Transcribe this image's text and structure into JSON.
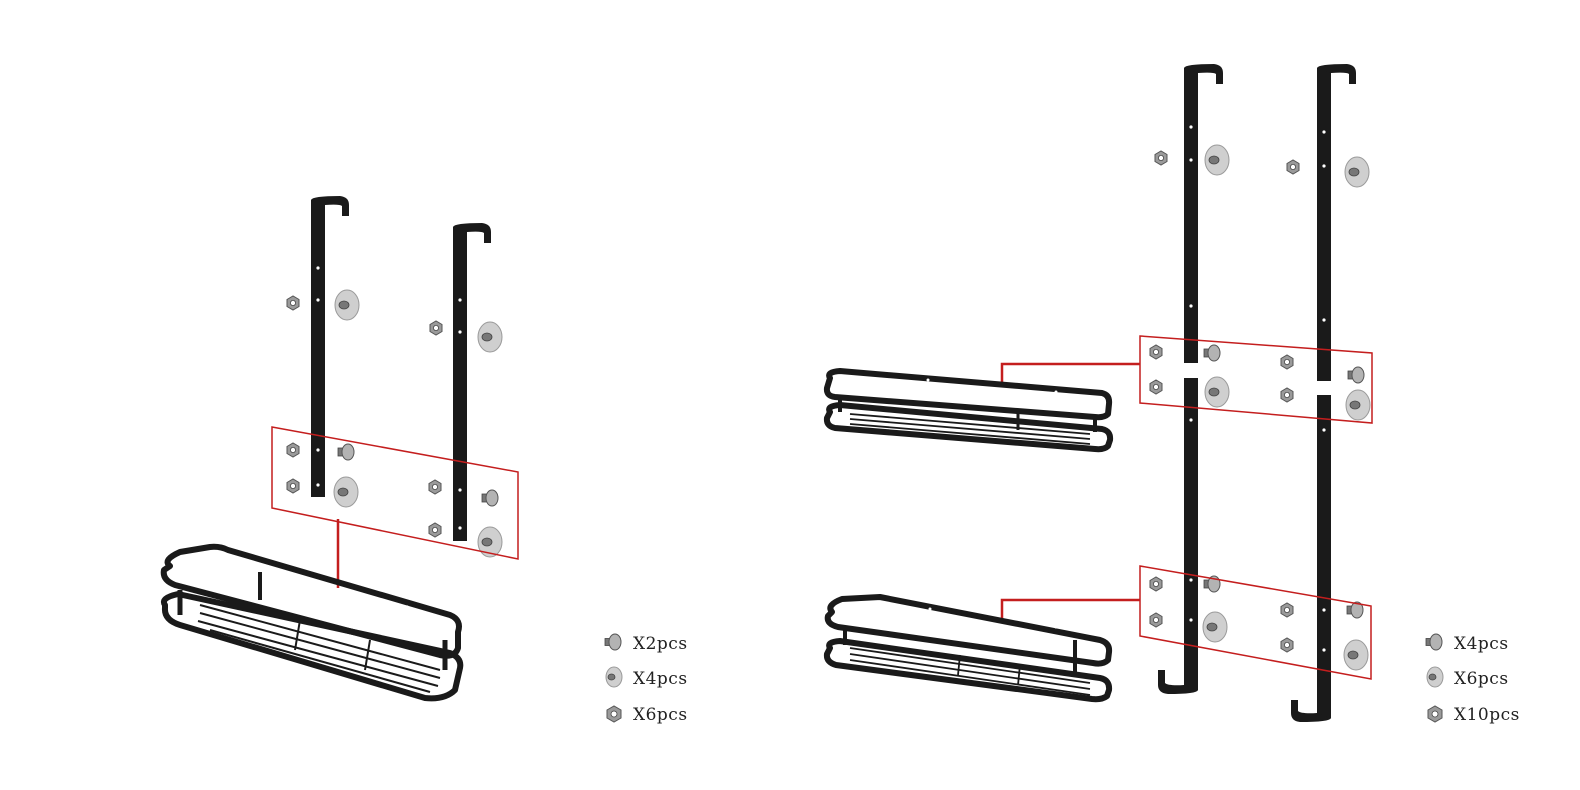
{
  "kit_small": {
    "hardware": [
      {
        "part": "bolt",
        "icon": "bolt-icon",
        "quantity": "X2pcs"
      },
      {
        "part": "suction-cup",
        "icon": "suction-cup-icon",
        "quantity": "X4pcs"
      },
      {
        "part": "nut",
        "icon": "nut-icon",
        "quantity": "X6pcs"
      }
    ]
  },
  "kit_large": {
    "hardware": [
      {
        "part": "bolt",
        "icon": "bolt-icon",
        "quantity": "X4pcs"
      },
      {
        "part": "suction-cup",
        "icon": "suction-cup-icon",
        "quantity": "X6pcs"
      },
      {
        "part": "nut",
        "icon": "nut-icon",
        "quantity": "X10pcs"
      }
    ]
  },
  "colors": {
    "frame": "#1a1a1a",
    "callout": "#c41e1e",
    "cup": "#c9c9c9",
    "metal": "#8a8a8a"
  }
}
